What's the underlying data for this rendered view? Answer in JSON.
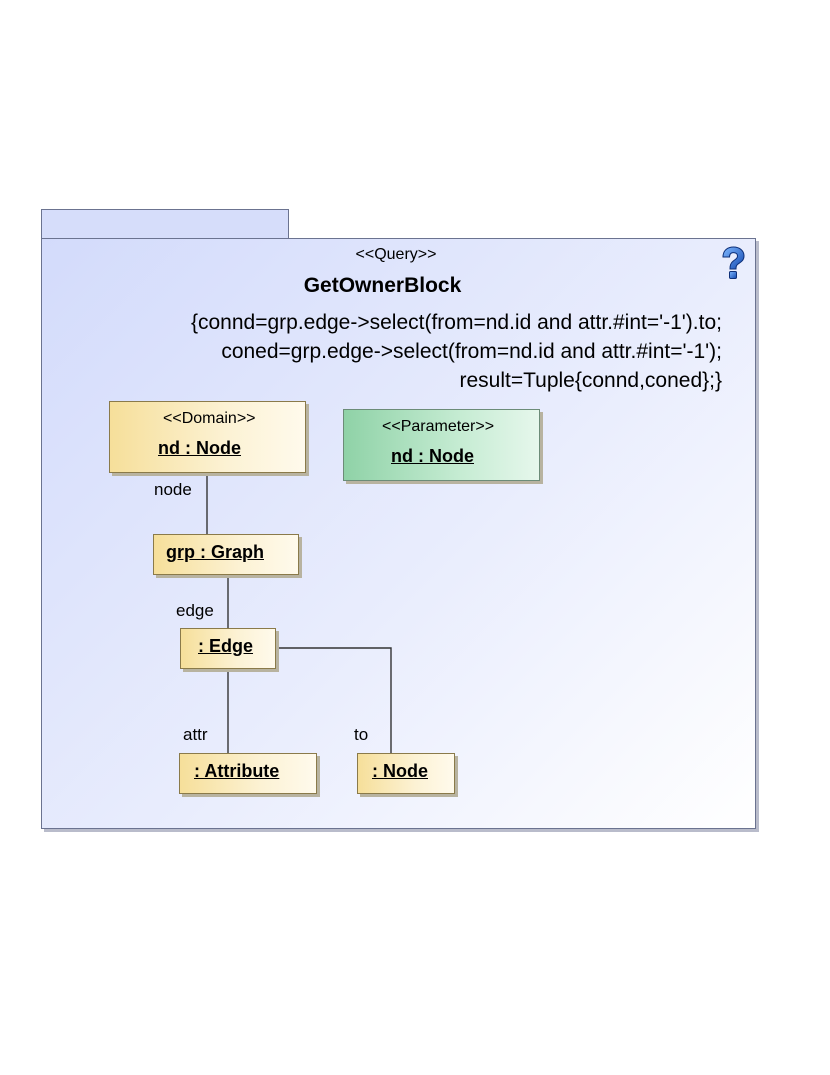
{
  "query": {
    "stereotype": "<<Query>>",
    "name": "GetOwnerBlock",
    "constraint_lines": [
      "{connd=grp.edge->select(from=nd.id and attr.#int='-1').to;",
      "coned=grp.edge->select(from=nd.id and attr.#int='-1');",
      "result=Tuple{connd,coned};}"
    ]
  },
  "boxes": {
    "domain": {
      "stereotype": "<<Domain>>",
      "name": "nd : Node"
    },
    "parameter": {
      "stereotype": "<<Parameter>>",
      "name": "nd : Node"
    },
    "graph": {
      "name": "grp : Graph"
    },
    "edge": {
      "name": ": Edge"
    },
    "attribute": {
      "name": ": Attribute"
    },
    "node": {
      "name": ": Node"
    }
  },
  "links": {
    "node": "node",
    "edge": "edge",
    "attr": "attr",
    "to": "to"
  },
  "colors": {
    "frame_fill": "#d3dbfb",
    "object_fill": "#f6df9a",
    "parameter_fill": "#8fd2a7",
    "help_icon": "#2a6fd6"
  },
  "icons": {
    "help": "question-mark-icon"
  }
}
